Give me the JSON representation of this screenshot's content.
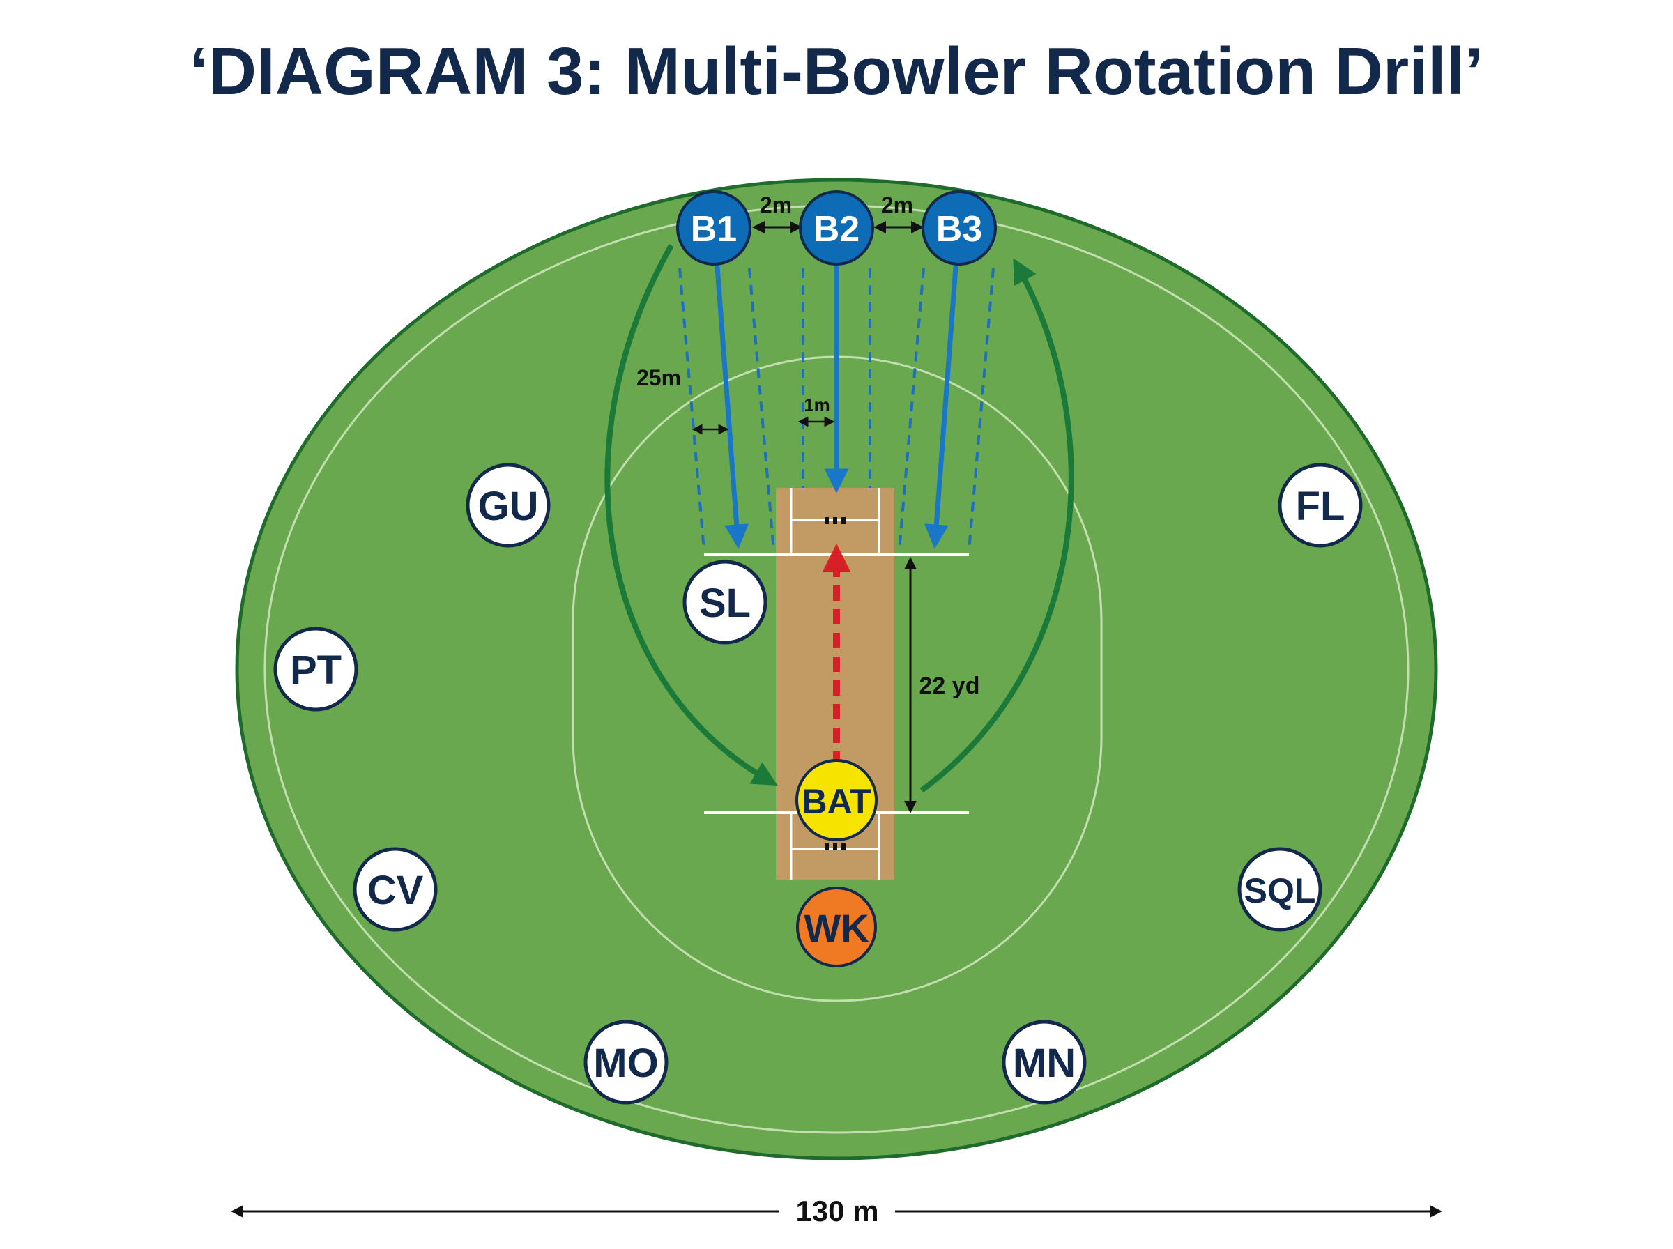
{
  "title": "‘DIAGRAM 3: Multi-Bowler Rotation Drill’",
  "colors": {
    "title": "#13294b",
    "field": "#6aa84f",
    "field_border": "#1e6b2c",
    "pitch": "#c19a64",
    "bowler": "#0e6bb5",
    "bowler_arrow": "#1976c9",
    "rotation_arrow": "#1b7a3a",
    "ball_arrow": "#d71f26",
    "batter": "#f7e300",
    "keeper": "#f07a24",
    "fielder_ring": "#13294b"
  },
  "bowlers": [
    {
      "label": "B1"
    },
    {
      "label": "B2"
    },
    {
      "label": "B3"
    }
  ],
  "fielders": {
    "gu": "GU",
    "fl": "FL",
    "sl": "SL",
    "pt": "PT",
    "cv": "CV",
    "sql": "SQL",
    "mo": "MO",
    "mn": "MN"
  },
  "batter": "BAT",
  "keeper": "WK",
  "measurements": {
    "gap_b1_b2": "2m",
    "gap_b2_b3": "2m",
    "run_up": "25m",
    "lane_width": "1m",
    "pitch_length": "22 yd",
    "field_width": "130 m"
  }
}
